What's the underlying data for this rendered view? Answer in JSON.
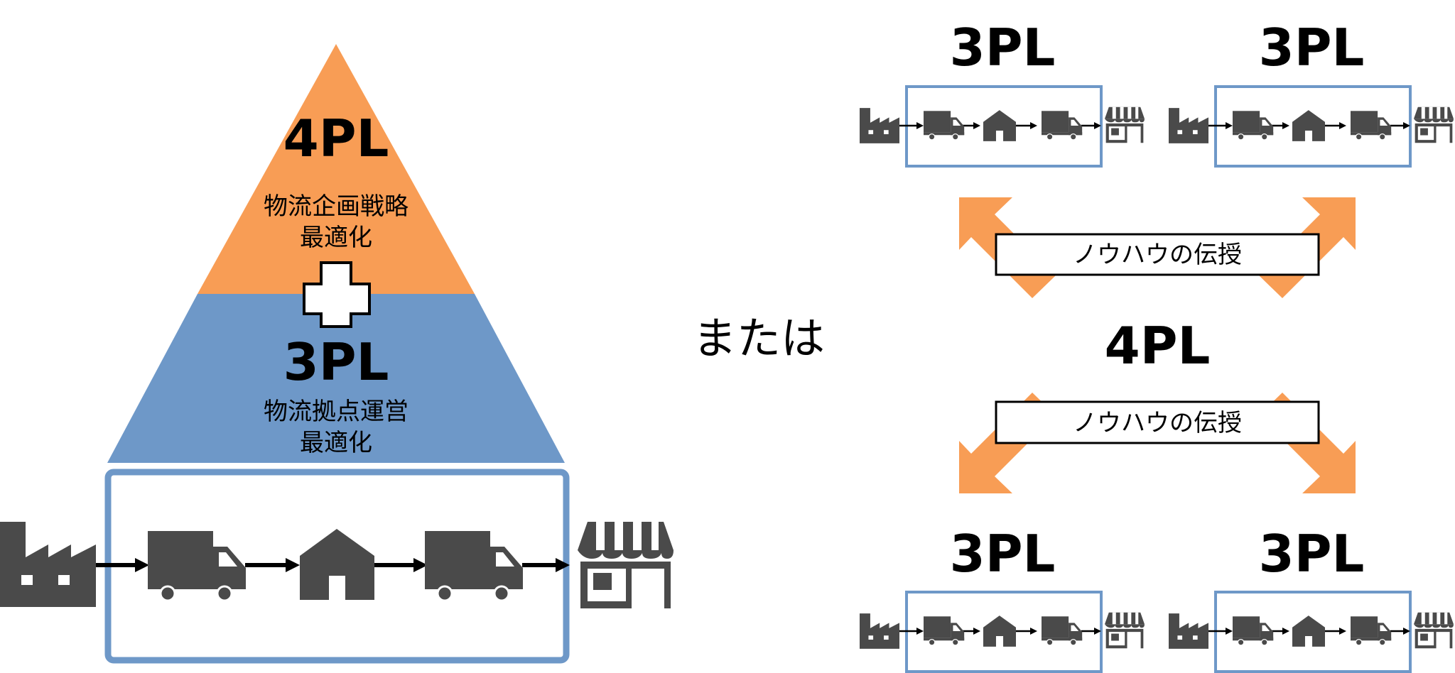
{
  "pyramid": {
    "top_title": "4PL",
    "top_desc_line1": "物流企画戦略",
    "top_desc_line2": "最適化",
    "bottom_title": "3PL",
    "bottom_desc_line1": "物流拠点運営",
    "bottom_desc_line2": "最適化"
  },
  "connector_text": "または",
  "network": {
    "center_title": "4PL",
    "unit_titles": [
      "3PL",
      "3PL",
      "3PL",
      "3PL"
    ],
    "transfer_label_top": "ノウハウの伝授",
    "transfer_label_bottom": "ノウハウの伝授"
  },
  "colors": {
    "orange": "#F89D55",
    "blue": "#6E98C8",
    "icon_gray": "#4A4A4A",
    "text": "#000000"
  },
  "icons": [
    "factory-icon",
    "truck-icon",
    "warehouse-icon",
    "store-icon",
    "plus-icon",
    "arrow-icon"
  ]
}
